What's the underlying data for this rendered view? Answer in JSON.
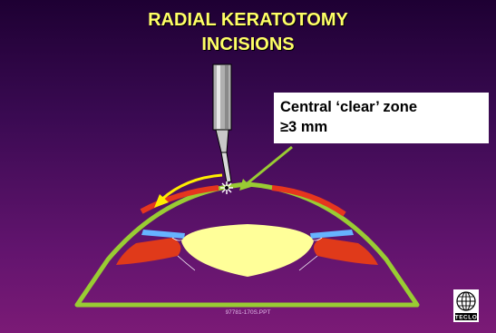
{
  "slide": {
    "title_line1": "RADIAL KERATOTOMY",
    "title_line2": "INCISIONS",
    "callout_line1": "Central ‘clear’ zone",
    "callout_line2": "≥3 mm",
    "footer": "97781-170S.PPT",
    "logo_text": "TECLO"
  },
  "colors": {
    "cornea_outline": "#99cc33",
    "incision": "#e6361e",
    "iris": "#66b3ff",
    "lens": "#ffff99",
    "ciliary_body": "#e03a1a",
    "arrow_yellow": "#ffee00",
    "arrow_green": "#99cc33",
    "title_text": "#ffff66"
  },
  "icons": [
    "scalpel-icon",
    "incision-star-icon",
    "globe-logo-icon"
  ]
}
